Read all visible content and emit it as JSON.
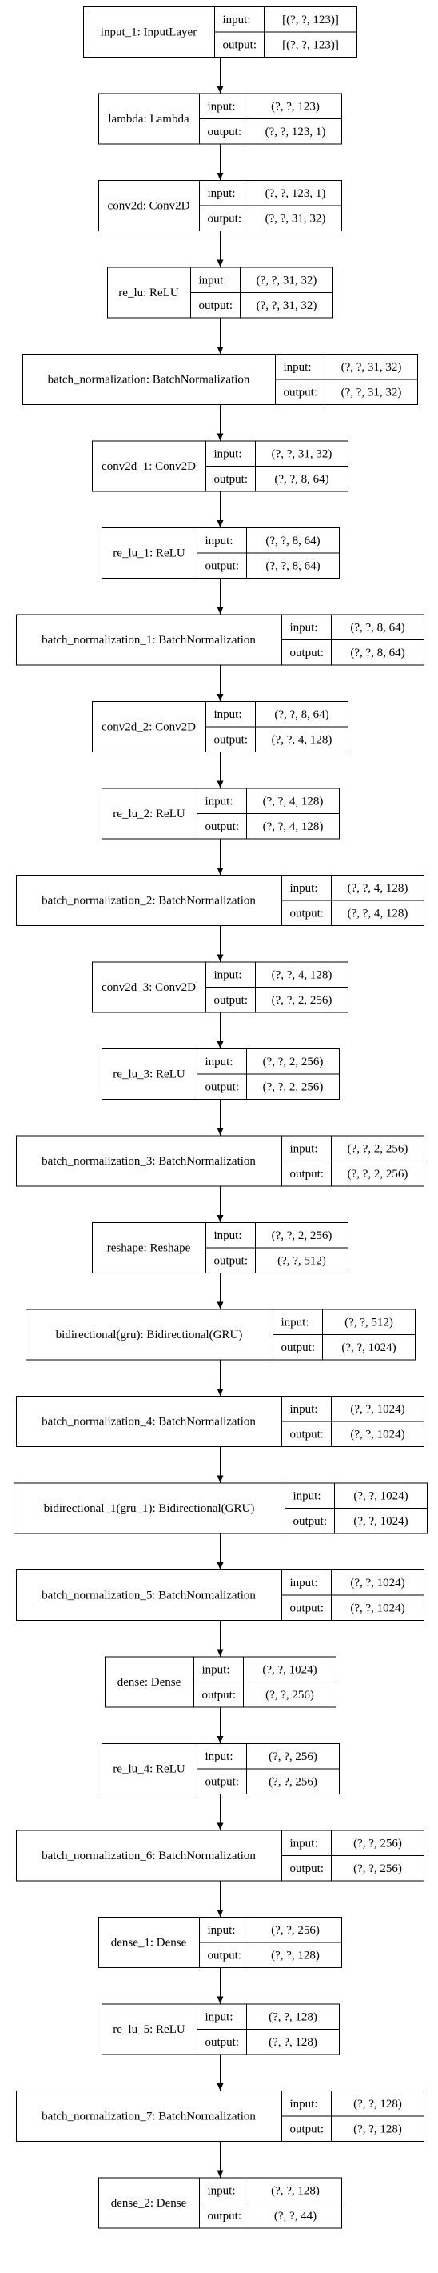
{
  "layers": [
    {
      "name": "input_1: InputLayer",
      "in_label": "input:",
      "out_label": "output:",
      "input": "[(?, ?, 123)]",
      "output": "[(?, ?, 123)]"
    },
    {
      "name": "lambda: Lambda",
      "in_label": "input:",
      "out_label": "output:",
      "input": "(?, ?, 123)",
      "output": "(?, ?, 123, 1)"
    },
    {
      "name": "conv2d: Conv2D",
      "in_label": "input:",
      "out_label": "output:",
      "input": "(?, ?, 123, 1)",
      "output": "(?, ?, 31, 32)"
    },
    {
      "name": "re_lu: ReLU",
      "in_label": "input:",
      "out_label": "output:",
      "input": "(?, ?, 31, 32)",
      "output": "(?, ?, 31, 32)"
    },
    {
      "name": "batch_normalization: BatchNormalization",
      "in_label": "input:",
      "out_label": "output:",
      "input": "(?, ?, 31, 32)",
      "output": "(?, ?, 31, 32)"
    },
    {
      "name": "conv2d_1: Conv2D",
      "in_label": "input:",
      "out_label": "output:",
      "input": "(?, ?, 31, 32)",
      "output": "(?, ?, 8, 64)"
    },
    {
      "name": "re_lu_1: ReLU",
      "in_label": "input:",
      "out_label": "output:",
      "input": "(?, ?, 8, 64)",
      "output": "(?, ?, 8, 64)"
    },
    {
      "name": "batch_normalization_1: BatchNormalization",
      "in_label": "input:",
      "out_label": "output:",
      "input": "(?, ?, 8, 64)",
      "output": "(?, ?, 8, 64)"
    },
    {
      "name": "conv2d_2: Conv2D",
      "in_label": "input:",
      "out_label": "output:",
      "input": "(?, ?, 8, 64)",
      "output": "(?, ?, 4, 128)"
    },
    {
      "name": "re_lu_2: ReLU",
      "in_label": "input:",
      "out_label": "output:",
      "input": "(?, ?, 4, 128)",
      "output": "(?, ?, 4, 128)"
    },
    {
      "name": "batch_normalization_2: BatchNormalization",
      "in_label": "input:",
      "out_label": "output:",
      "input": "(?, ?, 4, 128)",
      "output": "(?, ?, 4, 128)"
    },
    {
      "name": "conv2d_3: Conv2D",
      "in_label": "input:",
      "out_label": "output:",
      "input": "(?, ?, 4, 128)",
      "output": "(?, ?, 2, 256)"
    },
    {
      "name": "re_lu_3: ReLU",
      "in_label": "input:",
      "out_label": "output:",
      "input": "(?, ?, 2, 256)",
      "output": "(?, ?, 2, 256)"
    },
    {
      "name": "batch_normalization_3: BatchNormalization",
      "in_label": "input:",
      "out_label": "output:",
      "input": "(?, ?, 2, 256)",
      "output": "(?, ?, 2, 256)"
    },
    {
      "name": "reshape: Reshape",
      "in_label": "input:",
      "out_label": "output:",
      "input": "(?, ?, 2, 256)",
      "output": "(?, ?, 512)"
    },
    {
      "name": "bidirectional(gru): Bidirectional(GRU)",
      "in_label": "input:",
      "out_label": "output:",
      "input": "(?, ?, 512)",
      "output": "(?, ?, 1024)"
    },
    {
      "name": "batch_normalization_4: BatchNormalization",
      "in_label": "input:",
      "out_label": "output:",
      "input": "(?, ?, 1024)",
      "output": "(?, ?, 1024)"
    },
    {
      "name": "bidirectional_1(gru_1): Bidirectional(GRU)",
      "in_label": "input:",
      "out_label": "output:",
      "input": "(?, ?, 1024)",
      "output": "(?, ?, 1024)"
    },
    {
      "name": "batch_normalization_5: BatchNormalization",
      "in_label": "input:",
      "out_label": "output:",
      "input": "(?, ?, 1024)",
      "output": "(?, ?, 1024)"
    },
    {
      "name": "dense: Dense",
      "in_label": "input:",
      "out_label": "output:",
      "input": "(?, ?, 1024)",
      "output": "(?, ?, 256)"
    },
    {
      "name": "re_lu_4: ReLU",
      "in_label": "input:",
      "out_label": "output:",
      "input": "(?, ?, 256)",
      "output": "(?, ?, 256)"
    },
    {
      "name": "batch_normalization_6: BatchNormalization",
      "in_label": "input:",
      "out_label": "output:",
      "input": "(?, ?, 256)",
      "output": "(?, ?, 256)"
    },
    {
      "name": "dense_1: Dense",
      "in_label": "input:",
      "out_label": "output:",
      "input": "(?, ?, 256)",
      "output": "(?, ?, 128)"
    },
    {
      "name": "re_lu_5: ReLU",
      "in_label": "input:",
      "out_label": "output:",
      "input": "(?, ?, 128)",
      "output": "(?, ?, 128)"
    },
    {
      "name": "batch_normalization_7: BatchNormalization",
      "in_label": "input:",
      "out_label": "output:",
      "input": "(?, ?, 128)",
      "output": "(?, ?, 128)"
    },
    {
      "name": "dense_2: Dense",
      "in_label": "input:",
      "out_label": "output:",
      "input": "(?, ?, 128)",
      "output": "(?, ?, 44)"
    }
  ]
}
